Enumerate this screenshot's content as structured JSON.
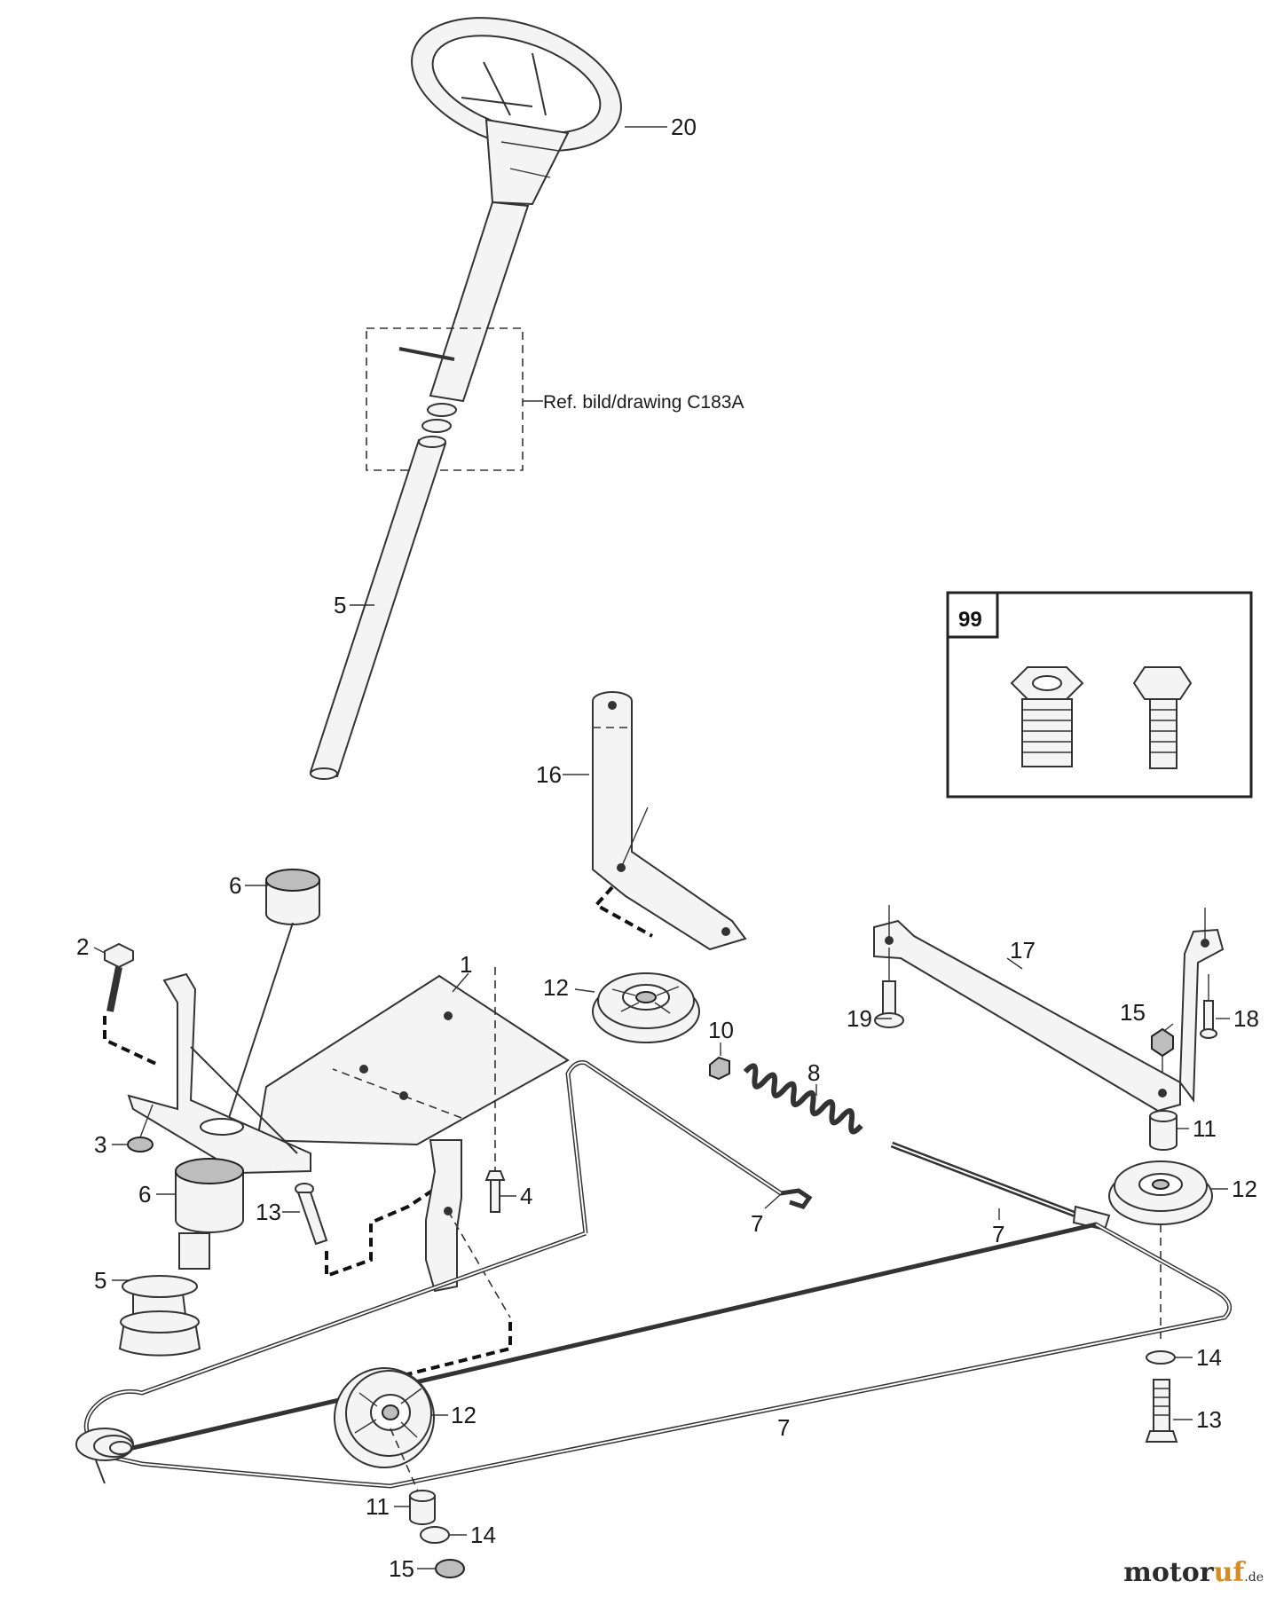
{
  "diagram": {
    "reference_note": "Ref. bild/drawing C183A",
    "kit_box_number": "99",
    "callouts": {
      "c20": "20",
      "c5_top": "5",
      "c6_top": "6",
      "c16": "16",
      "c1": "1",
      "c2": "2",
      "c3": "3",
      "c6_low": "6",
      "c5_low": "5",
      "c13_left": "13",
      "c4": "4",
      "c12_mid": "12",
      "c10": "10",
      "c8": "8",
      "c7_rod": "7",
      "c17": "17",
      "c15_right": "15",
      "c18": "18",
      "c19": "19",
      "c11_right": "11",
      "c12_right": "12",
      "c7_cable": "7",
      "c14_right": "14",
      "c13_right": "13",
      "c7_bottom": "7",
      "c12_low": "12",
      "c11_low": "11",
      "c14_low": "14",
      "c15_low": "15"
    }
  },
  "watermark": {
    "brand_main": "motor",
    "brand_accent": "uf",
    "brand_tld": ".de"
  },
  "colors": {
    "ink": "#333333",
    "accent": "#d98b1b"
  }
}
